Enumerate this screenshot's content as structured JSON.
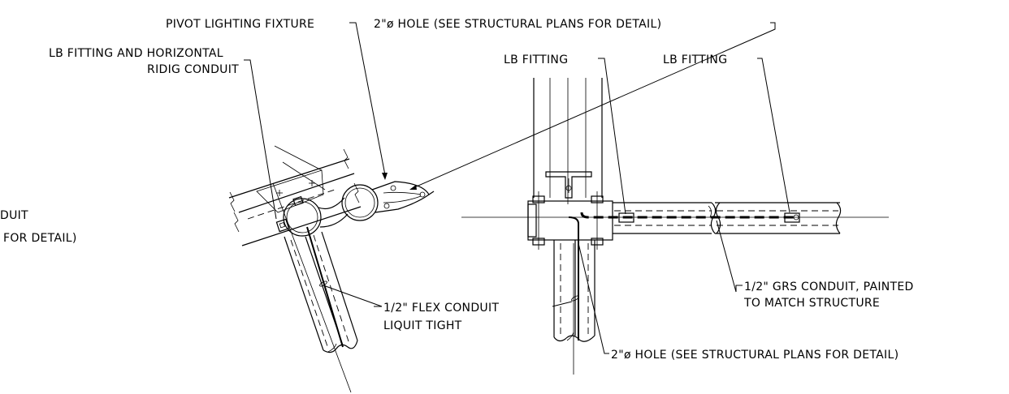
{
  "labels": {
    "pivot_fixture": "PIVOT LIGHTING FIXTURE",
    "hole_top": "2\"ø HOLE (SEE STRUCTURAL PLANS FOR DETAIL)",
    "lb_horizontal_line1": "LB FITTING AND HORIZONTAL",
    "lb_horizontal_line2": "RIDIG CONDUIT",
    "lb_fitting_a": "LB FITTING",
    "lb_fitting_b": "LB FITTING",
    "cut_conduit": "DUIT",
    "cut_for_detail": "FOR DETAIL)",
    "flex_line1": "1/2\" FLEX CONDUIT",
    "flex_line2": "LIQUIT TIGHT",
    "grs_line1": "1/2\" GRS CONDUIT, PAINTED",
    "grs_line2": "TO MATCH STRUCTURE",
    "hole_bottom": "2\"ø HOLE (SEE STRUCTURAL PLANS FOR DETAIL)"
  }
}
